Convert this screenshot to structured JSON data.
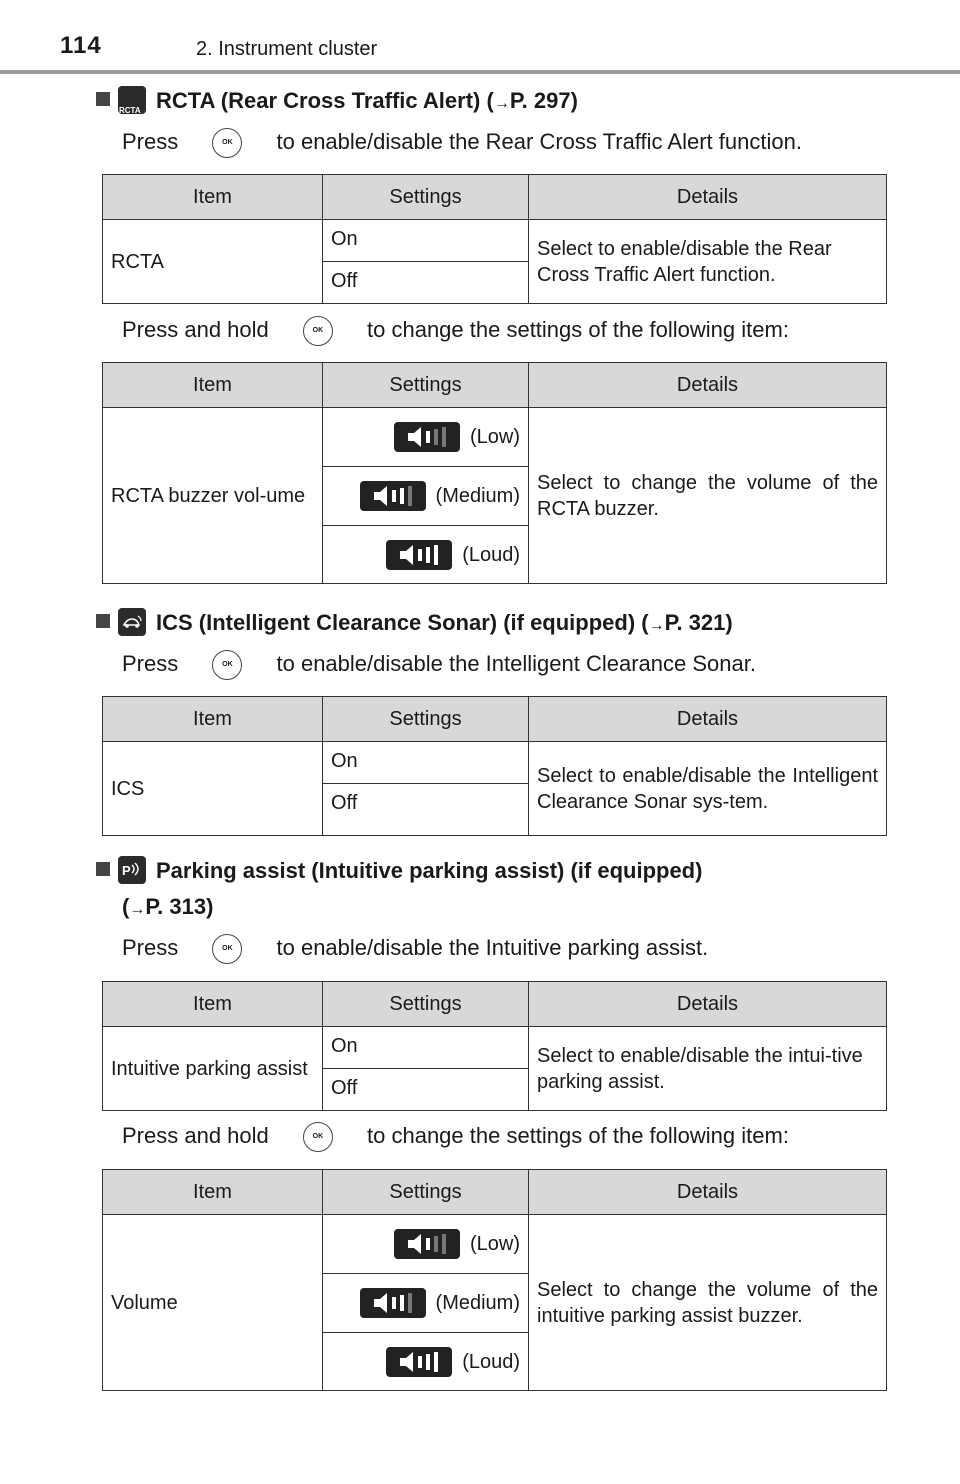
{
  "header": {
    "page_number": "114",
    "chapter": "2. Instrument cluster"
  },
  "ok_button_label": "OK",
  "columns": {
    "item": "Item",
    "settings": "Settings",
    "details": "Details"
  },
  "rcta": {
    "icon_text": "RCTA",
    "heading": "RCTA (Rear Cross Traffic Alert) (",
    "page_ref": "P. 297)",
    "press_before": "Press",
    "press_after": "to enable/disable the Rear Cross Traffic Alert function.",
    "table1": {
      "item": "RCTA",
      "on": "On",
      "off": "Off",
      "details": "Select to enable/disable the Rear Cross Traffic Alert function."
    },
    "hold_before": "Press and hold",
    "hold_after": "to change the settings of the following item:",
    "table2": {
      "item": "RCTA buzzer vol-ume",
      "low": "(Low)",
      "medium": "(Medium)",
      "loud": "(Loud)",
      "details": "Select to change the volume of the RCTA buzzer."
    }
  },
  "ics": {
    "heading": "ICS (Intelligent Clearance Sonar) (if equipped) (",
    "page_ref": "P. 321)",
    "press_before": "Press",
    "press_after": "to enable/disable the Intelligent Clearance Sonar.",
    "table": {
      "item": "ICS",
      "on": "On",
      "off": "Off",
      "details": "Select to enable/disable the Intelligent Clearance Sonar sys-tem."
    }
  },
  "parking": {
    "heading": "Parking assist (Intuitive parking assist) (if equipped)",
    "heading_line2_open": "(",
    "page_ref": "P. 313)",
    "press_before": "Press",
    "press_after": "to enable/disable the Intuitive parking assist.",
    "table1": {
      "item": "Intuitive parking assist",
      "on": "On",
      "off": "Off",
      "details": "Select to enable/disable the intui-tive parking assist."
    },
    "hold_before": "Press and hold",
    "hold_after": "to change the settings of the following item:",
    "table2": {
      "item": "Volume",
      "low": "(Low)",
      "medium": "(Medium)",
      "loud": "(Loud)",
      "details": "Select to change the volume of the intuitive parking assist buzzer."
    }
  }
}
